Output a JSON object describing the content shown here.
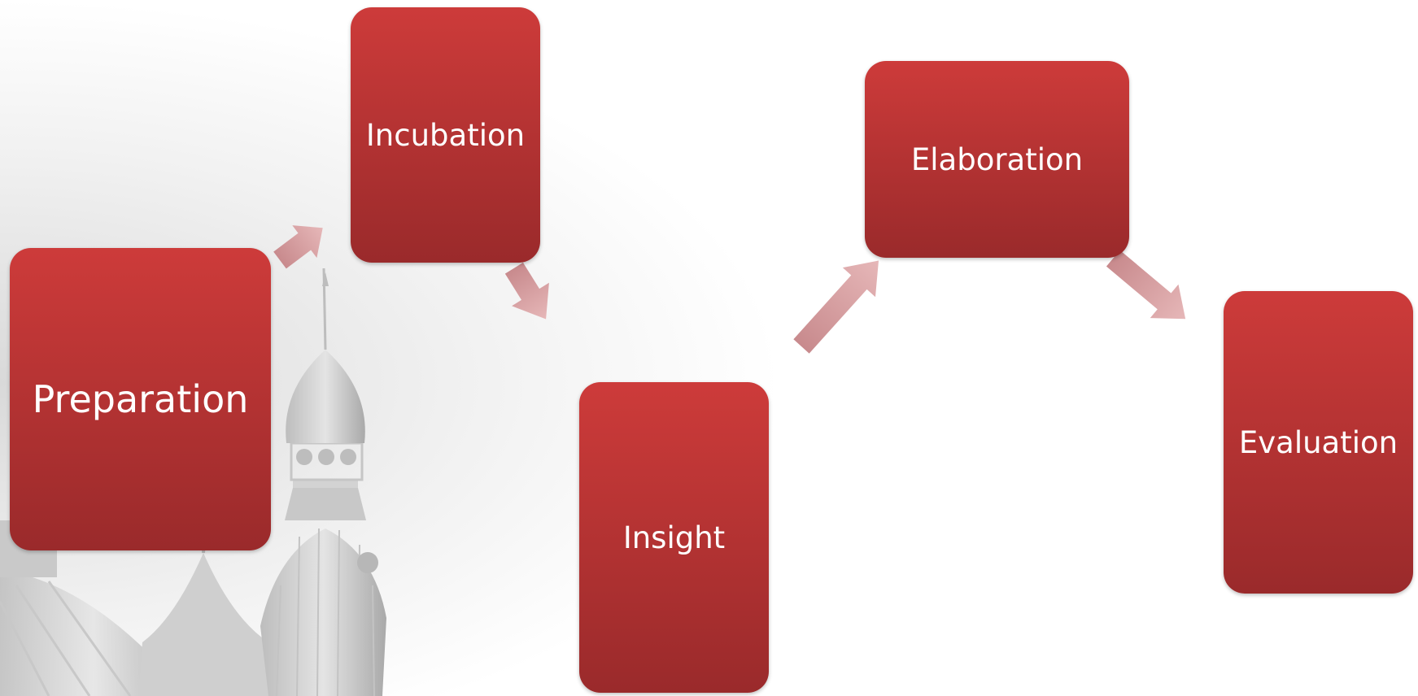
{
  "colors": {
    "box_top": "#cd3b3a",
    "box_bottom": "#9a2a2b",
    "arrow_light": "#e4b4b5",
    "arrow_dark": "#b9787b",
    "text": "#ffffff"
  },
  "icons": {
    "background": "tower-domes-illustration",
    "connector": "arrow-icon"
  },
  "steps": [
    {
      "id": "preparation",
      "label": "Preparation"
    },
    {
      "id": "incubation",
      "label": "Incubation"
    },
    {
      "id": "insight",
      "label": "Insight"
    },
    {
      "id": "elaboration",
      "label": "Elaboration"
    },
    {
      "id": "evaluation",
      "label": "Evaluation"
    }
  ]
}
